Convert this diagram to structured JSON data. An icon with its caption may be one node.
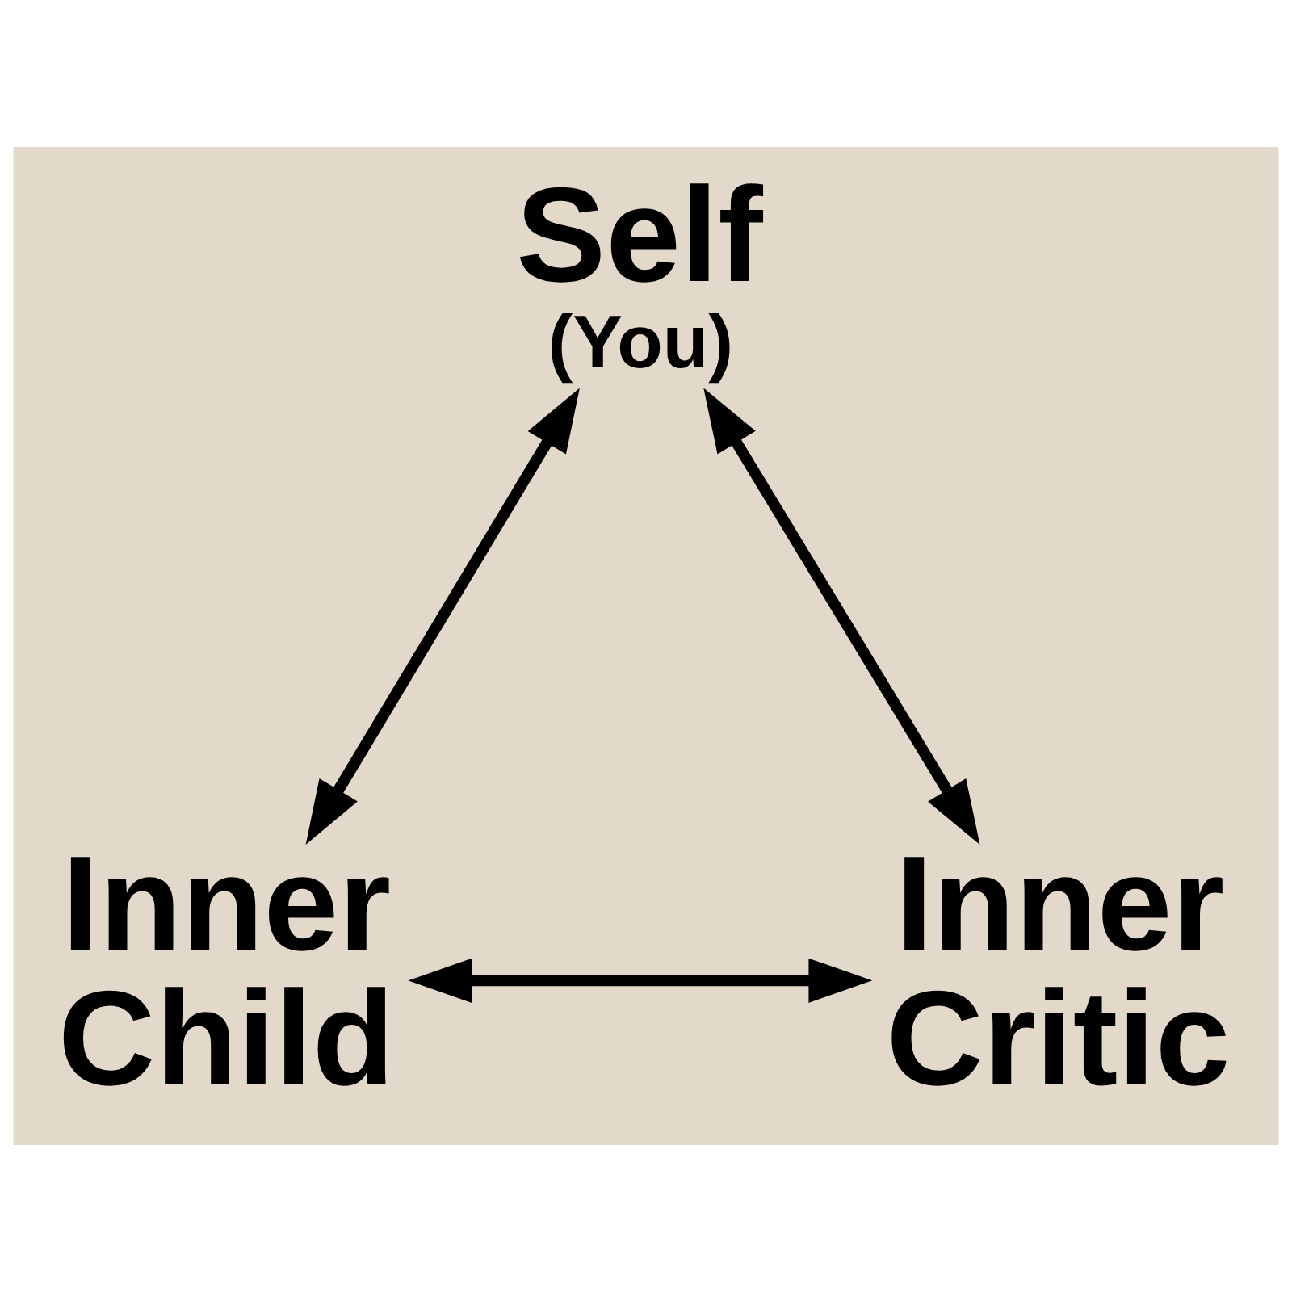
{
  "diagram": {
    "nodes": [
      {
        "text": [
          "Self",
          "(You)"
        ]
      },
      {
        "text": [
          "Inner Child"
        ]
      },
      {
        "text": [
          "Inner Critic"
        ]
      }
    ],
    "edges": [
      {
        "from": 0,
        "to": 1,
        "arrow": "both"
      },
      {
        "from": 0,
        "to": 2,
        "arrow": "both"
      },
      {
        "from": 1,
        "to": 2,
        "arrow": "both"
      }
    ]
  }
}
